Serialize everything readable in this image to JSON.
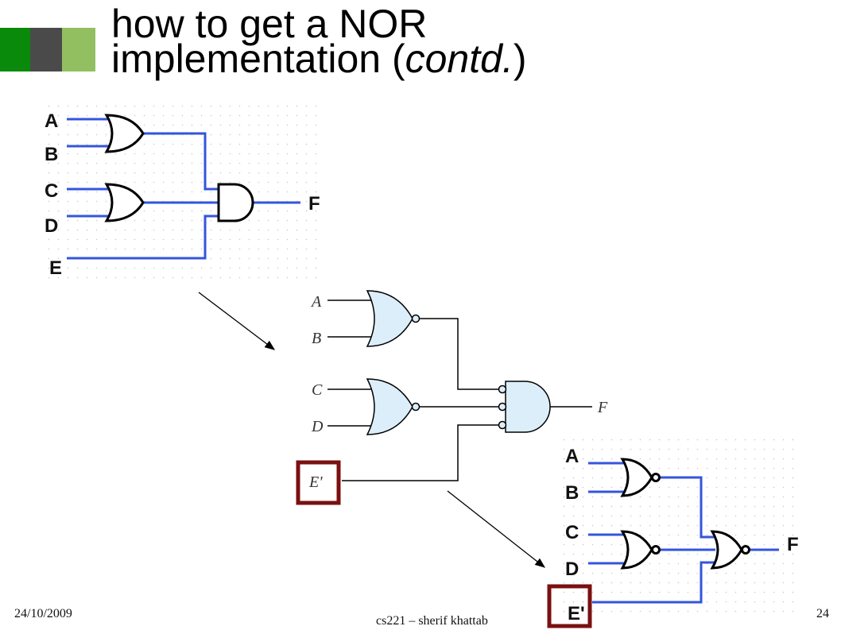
{
  "slide": {
    "title_line1": "how to get a NOR",
    "title_line2_prefix": "implementation (",
    "title_line2_italic": "contd.",
    "title_line2_suffix": ")",
    "deco_colors": [
      "#0a8a0a",
      "#4a4a4a",
      "#92c060"
    ]
  },
  "diagram1": {
    "inputs": [
      "A",
      "B",
      "C",
      "D",
      "E"
    ],
    "output": "F",
    "wire_color": "#3355dd"
  },
  "diagram2": {
    "inputs": [
      "A",
      "B",
      "C",
      "D",
      "E'"
    ],
    "output": "F",
    "gate_fill": "#dceefa"
  },
  "diagram3": {
    "inputs": [
      "A",
      "B",
      "C",
      "D",
      "E'"
    ],
    "output": "F",
    "wire_color": "#3355dd"
  },
  "highlight_color": "#7a1010",
  "footer": {
    "date": "24/10/2009",
    "center": "cs221 – sherif khattab",
    "page": "24"
  }
}
